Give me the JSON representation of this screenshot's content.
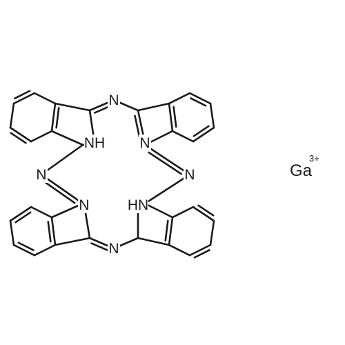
{
  "molecule": {
    "bonds_color": "#1a1a1a",
    "atom_labels": {
      "meso_top": "N",
      "meso_left": "N",
      "meso_right": "N",
      "meso_bottom": "N",
      "pyrrole_upper_left": "NH",
      "pyrrole_upper_right": "N",
      "pyrrole_lower_left": "N",
      "pyrrole_lower_right": "HN"
    }
  },
  "counter_ion": {
    "symbol": "Ga",
    "charge": "3+"
  }
}
